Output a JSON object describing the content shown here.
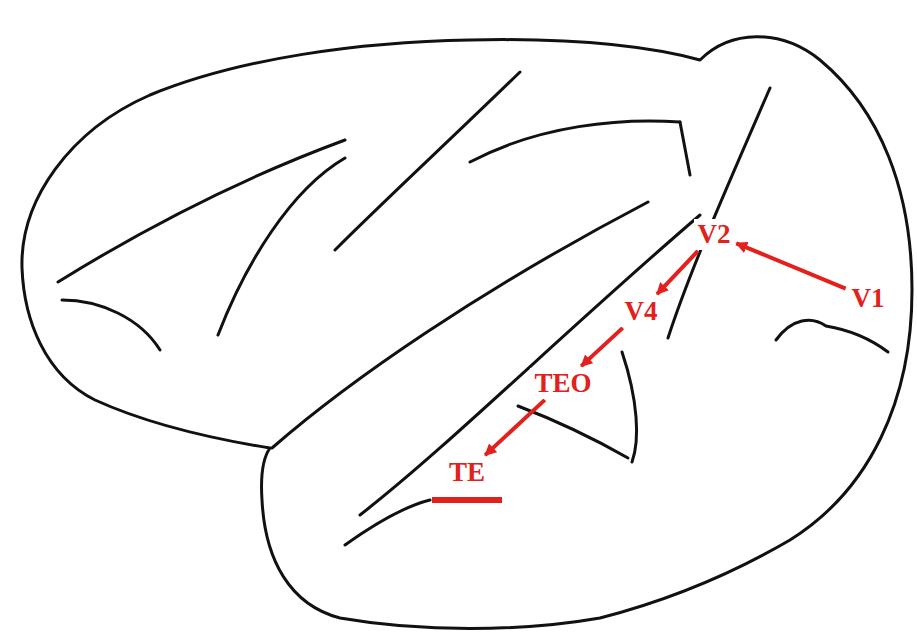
{
  "diagram": {
    "nodes": [
      {
        "text": [
          "V1"
        ]
      },
      {
        "text": [
          "V2"
        ]
      },
      {
        "text": [
          "V4"
        ]
      },
      {
        "text": [
          "TEO"
        ]
      },
      {
        "text": [
          "TE"
        ]
      }
    ],
    "edges": [
      {
        "from": 0,
        "to": 1,
        "arrow": "to"
      },
      {
        "from": 1,
        "to": 2,
        "arrow": "to"
      },
      {
        "from": 2,
        "to": 3,
        "arrow": "to"
      },
      {
        "from": 3,
        "to": 4,
        "arrow": "to"
      }
    ]
  }
}
